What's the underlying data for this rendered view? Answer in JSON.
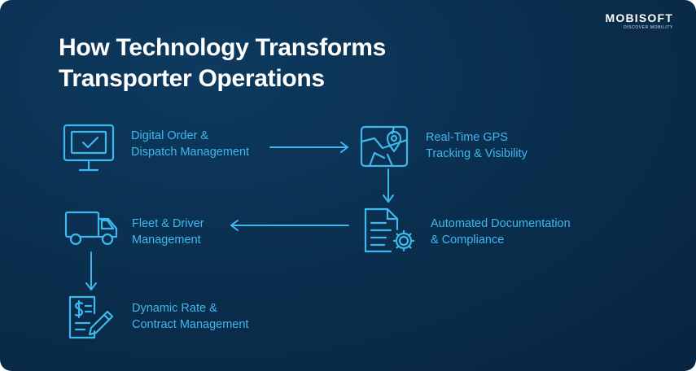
{
  "title": {
    "line1": "How Technology Transforms",
    "line2": "Transporter Operations"
  },
  "logo": {
    "brand": "MOBISOFT",
    "tagline": "DISCOVER MOBILITY"
  },
  "steps": [
    {
      "icon": "monitor-check-icon",
      "line1": "Digital Order &",
      "line2": "Dispatch Management"
    },
    {
      "icon": "map-pin-icon",
      "line1": "Real-Time GPS",
      "line2": "Tracking & Visibility"
    },
    {
      "icon": "document-gear-icon",
      "line1": "Automated Documentation",
      "line2": "& Compliance"
    },
    {
      "icon": "truck-icon",
      "line1": "Fleet & Driver",
      "line2": "Management"
    },
    {
      "icon": "contract-pen-icon",
      "line1": "Dynamic Rate &",
      "line2": "Contract Management"
    }
  ],
  "colors": {
    "background": "#0a2d4c",
    "accent": "#3fb8ee",
    "title": "#ffffff"
  }
}
